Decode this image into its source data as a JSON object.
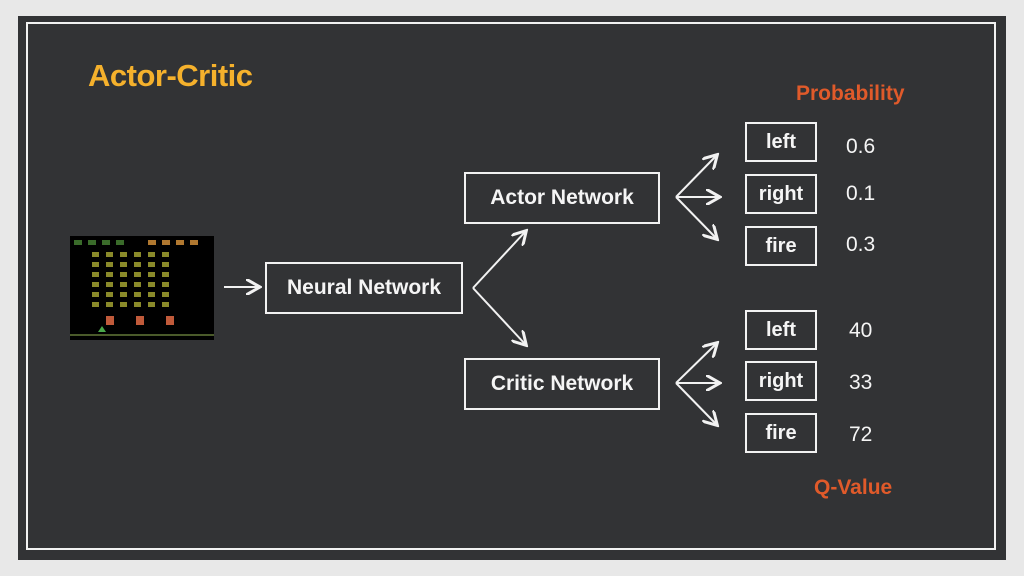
{
  "title": "Actor-Critic",
  "probability_label": "Probability",
  "qvalue_label": "Q-Value",
  "neural_network": "Neural Network",
  "actor_network": "Actor Network",
  "critic_network": "Critic Network",
  "actor_actions": [
    {
      "action": "left",
      "value": "0.6"
    },
    {
      "action": "right",
      "value": "0.1"
    },
    {
      "action": "fire",
      "value": "0.3"
    }
  ],
  "critic_actions": [
    {
      "action": "left",
      "value": "40"
    },
    {
      "action": "right",
      "value": "33"
    },
    {
      "action": "fire",
      "value": "72"
    }
  ],
  "colors": {
    "background": "#323335",
    "title": "#f5b12c",
    "accent": "#e05a2a",
    "line": "#f2f2f2"
  }
}
